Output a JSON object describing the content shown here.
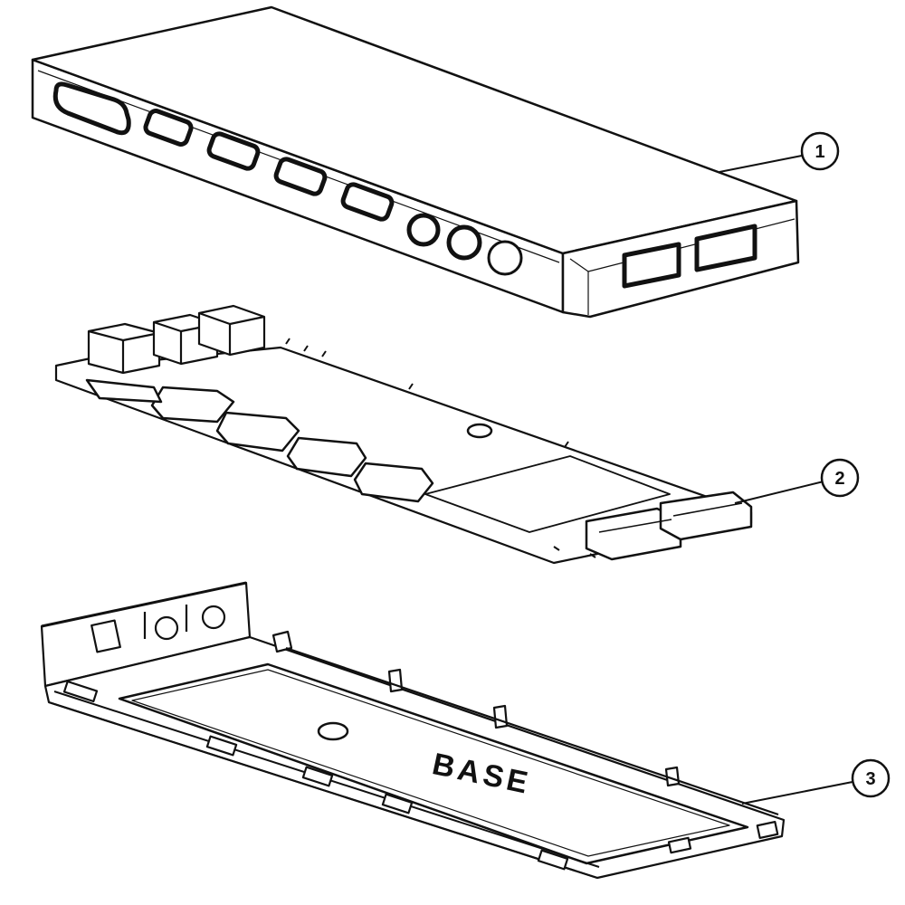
{
  "diagram": {
    "colors": {
      "line": "#111111",
      "face": "#ffffff",
      "shade": "#f2f2f2"
    },
    "callouts": [
      {
        "label": "1"
      },
      {
        "label": "2"
      },
      {
        "label": "3"
      }
    ],
    "base_marking": "BASE"
  }
}
